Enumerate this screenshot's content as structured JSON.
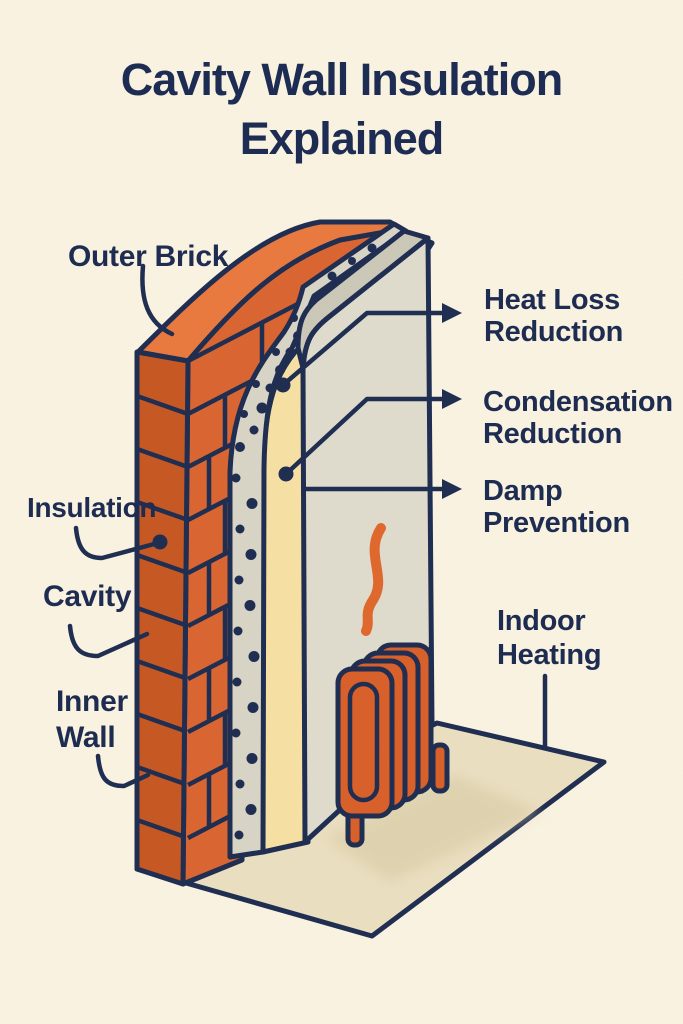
{
  "title": {
    "line1": "Cavity Wall Insulation",
    "line2": "Explained"
  },
  "labels": {
    "outer_brick": "Outer Brick",
    "insulation": "Insulation",
    "cavity": "Cavity",
    "inner_wall": "Inner Wall",
    "heat_loss": "Heat Loss Reduction",
    "condensation": "Condensation Reduction",
    "damp": "Damp Prevention",
    "indoor_heating": "Indoor Heating"
  },
  "diagram_parts": [
    "outer-brick-wall",
    "insulation-layer",
    "cavity-layer",
    "inner-wall-panel",
    "radiator",
    "heat-squiggle",
    "floor"
  ],
  "colors": {
    "background": "#faf3e2",
    "ink_navy": "#1d2c50",
    "brick_front": "#da6530",
    "brick_end": "#c65722",
    "brick_top": "#e9793f",
    "insulation_gray": "#d8d4c6",
    "cavity_yellow": "#f7e0a2",
    "panel_gray": "#dfdbcd",
    "panel_edge_gray": "#ccc8b8",
    "floor_beige": "#ebdfc1",
    "radiator_orange": "#d95f29",
    "squiggle_orange": "#e0672c",
    "shadow": "#d8cba4"
  }
}
